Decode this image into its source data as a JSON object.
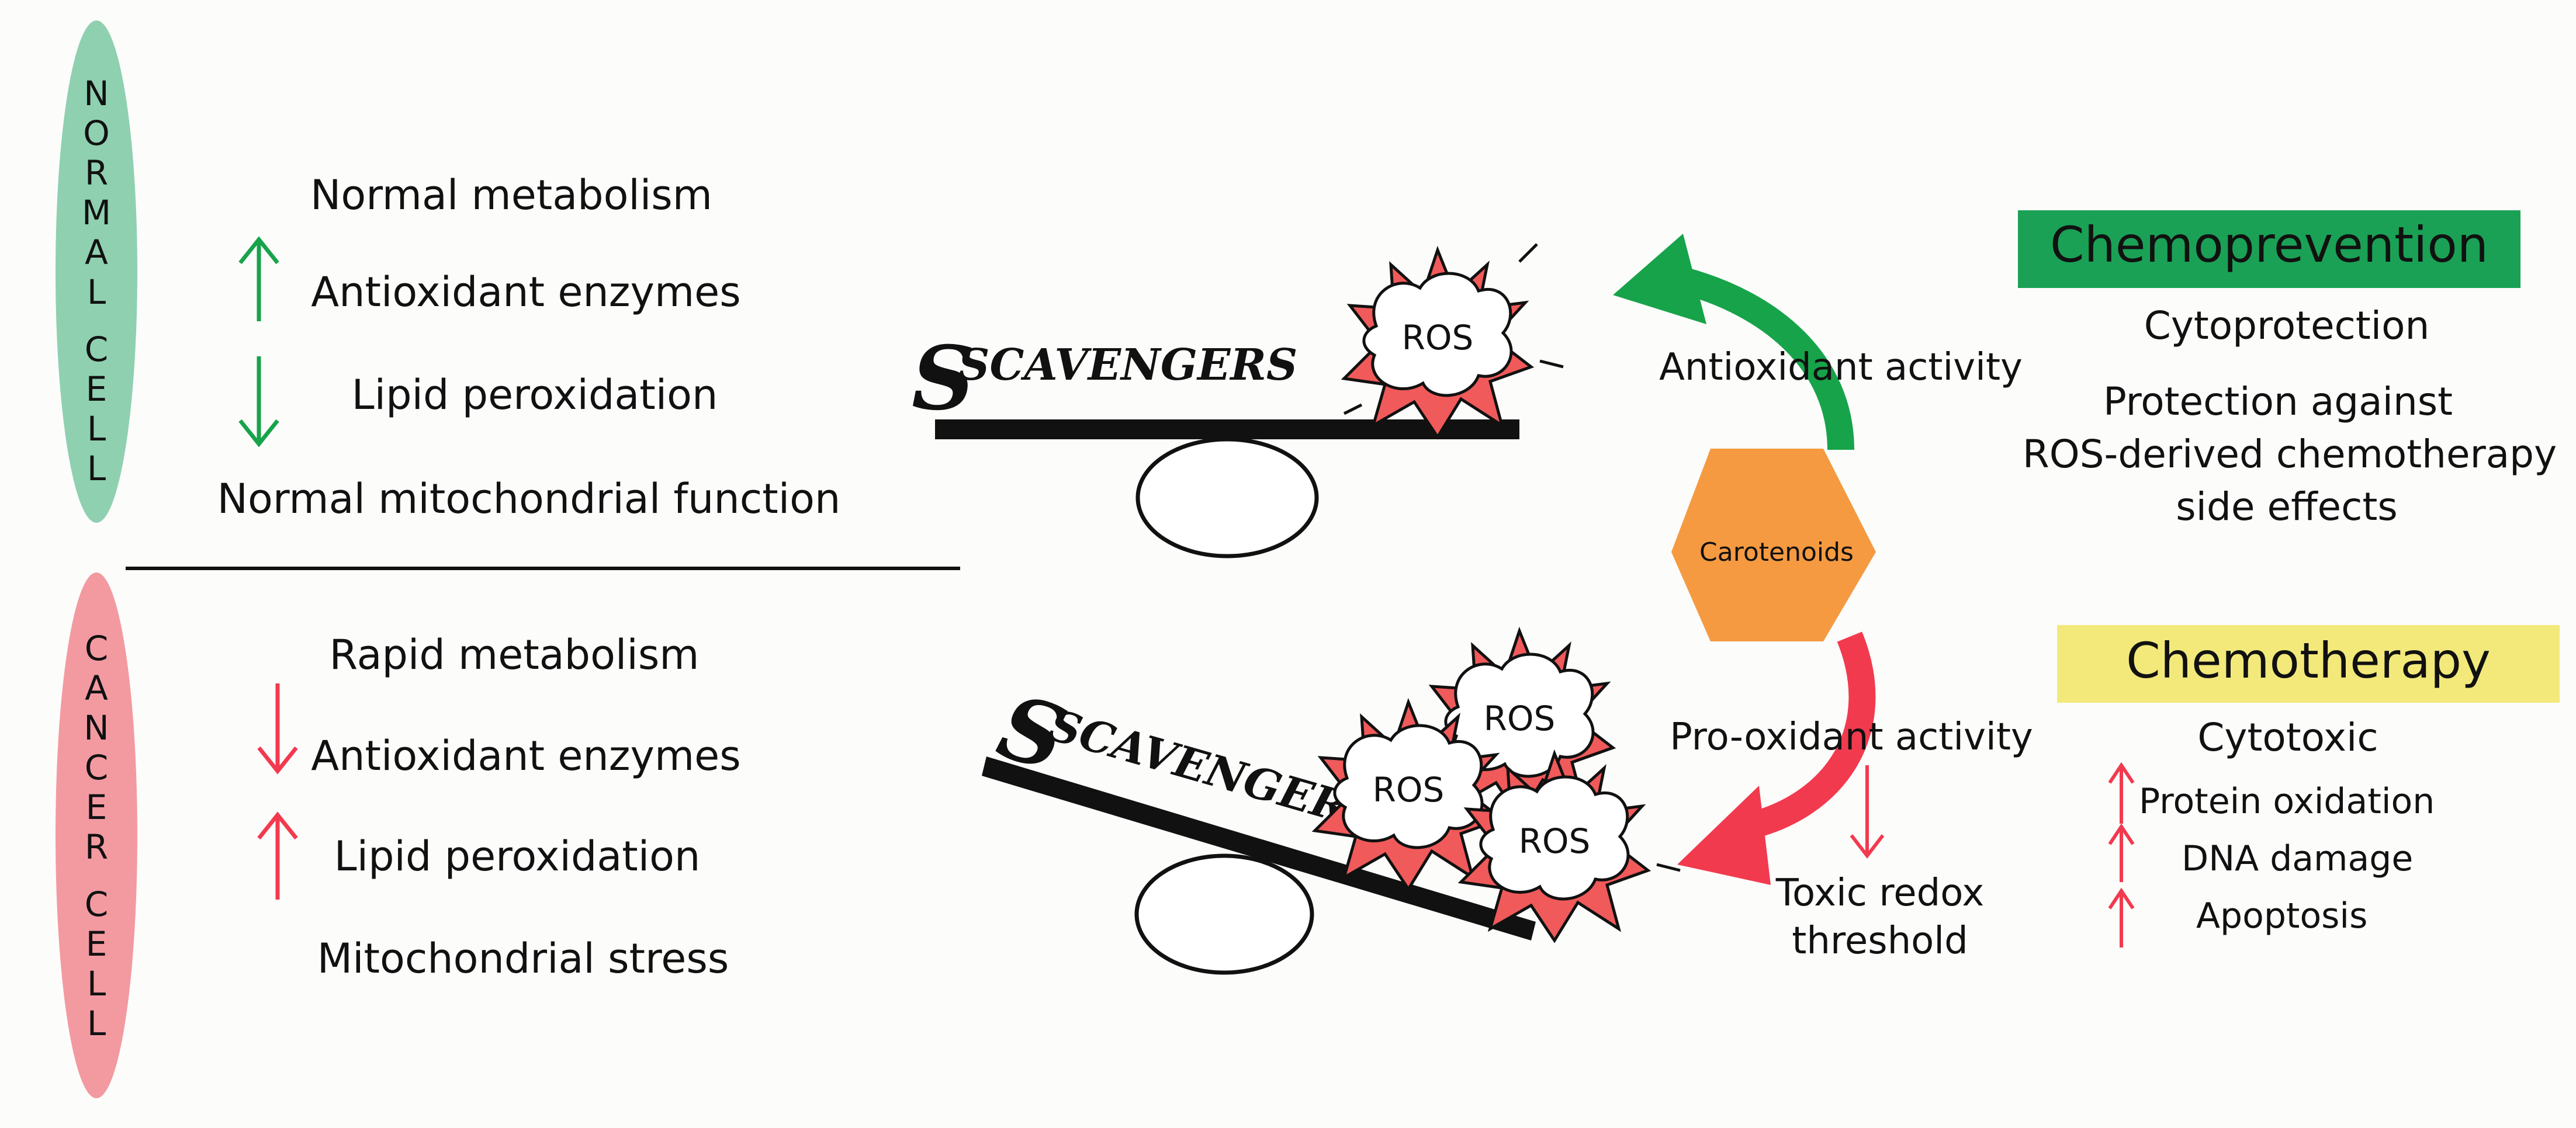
{
  "normal_cell": {
    "side_label_letters": [
      "N",
      "O",
      "R",
      "M",
      "A",
      "L",
      "C",
      "E",
      "L",
      "L"
    ],
    "lines": {
      "metabolism": "Normal metabolism",
      "enzymes": "Antioxidant enzymes",
      "lipid": "Lipid peroxidation",
      "mito": "Normal mitochondrial function"
    },
    "enzymes_arrow": "up",
    "lipid_arrow": "down"
  },
  "cancer_cell": {
    "side_label_letters": [
      "C",
      "A",
      "N",
      "C",
      "E",
      "R",
      "C",
      "E",
      "L",
      "L"
    ],
    "lines": {
      "metabolism": "Rapid metabolism",
      "enzymes": "Antioxidant enzymes",
      "lipid": "Lipid peroxidation",
      "mito": "Mitochondrial stress"
    },
    "enzymes_arrow": "down",
    "lipid_arrow": "up"
  },
  "scale": {
    "scavengers_label": "SCAVENGERS",
    "ros_label": "ROS"
  },
  "center": {
    "hexagon_label": "Carotenoids",
    "antioxidant_activity": "Antioxidant activity",
    "prooxidant_activity": "Pro-oxidant activity",
    "toxic_redox_line1": "Toxic redox",
    "toxic_redox_line2": "threshold"
  },
  "chemoprevention": {
    "title": "Chemoprevention",
    "item1": "Cytoprotection",
    "item2_line1": "Protection against",
    "item2_line2": "ROS-derived chemotherapy",
    "item2_line3": "side effects"
  },
  "chemotherapy": {
    "title": "Chemotherapy",
    "subtitle": "Cytotoxic",
    "items": [
      "Protein oxidation",
      "DNA damage",
      "Apoptosis"
    ]
  },
  "colors": {
    "green": "#17a34a",
    "green_pill": "#8fd0b0",
    "red": "#f23a4e",
    "red_pill": "#f39aa1",
    "orange": "#f59a41",
    "yellow_box": "#f3e97a",
    "burst_red": "#f05a5a"
  }
}
